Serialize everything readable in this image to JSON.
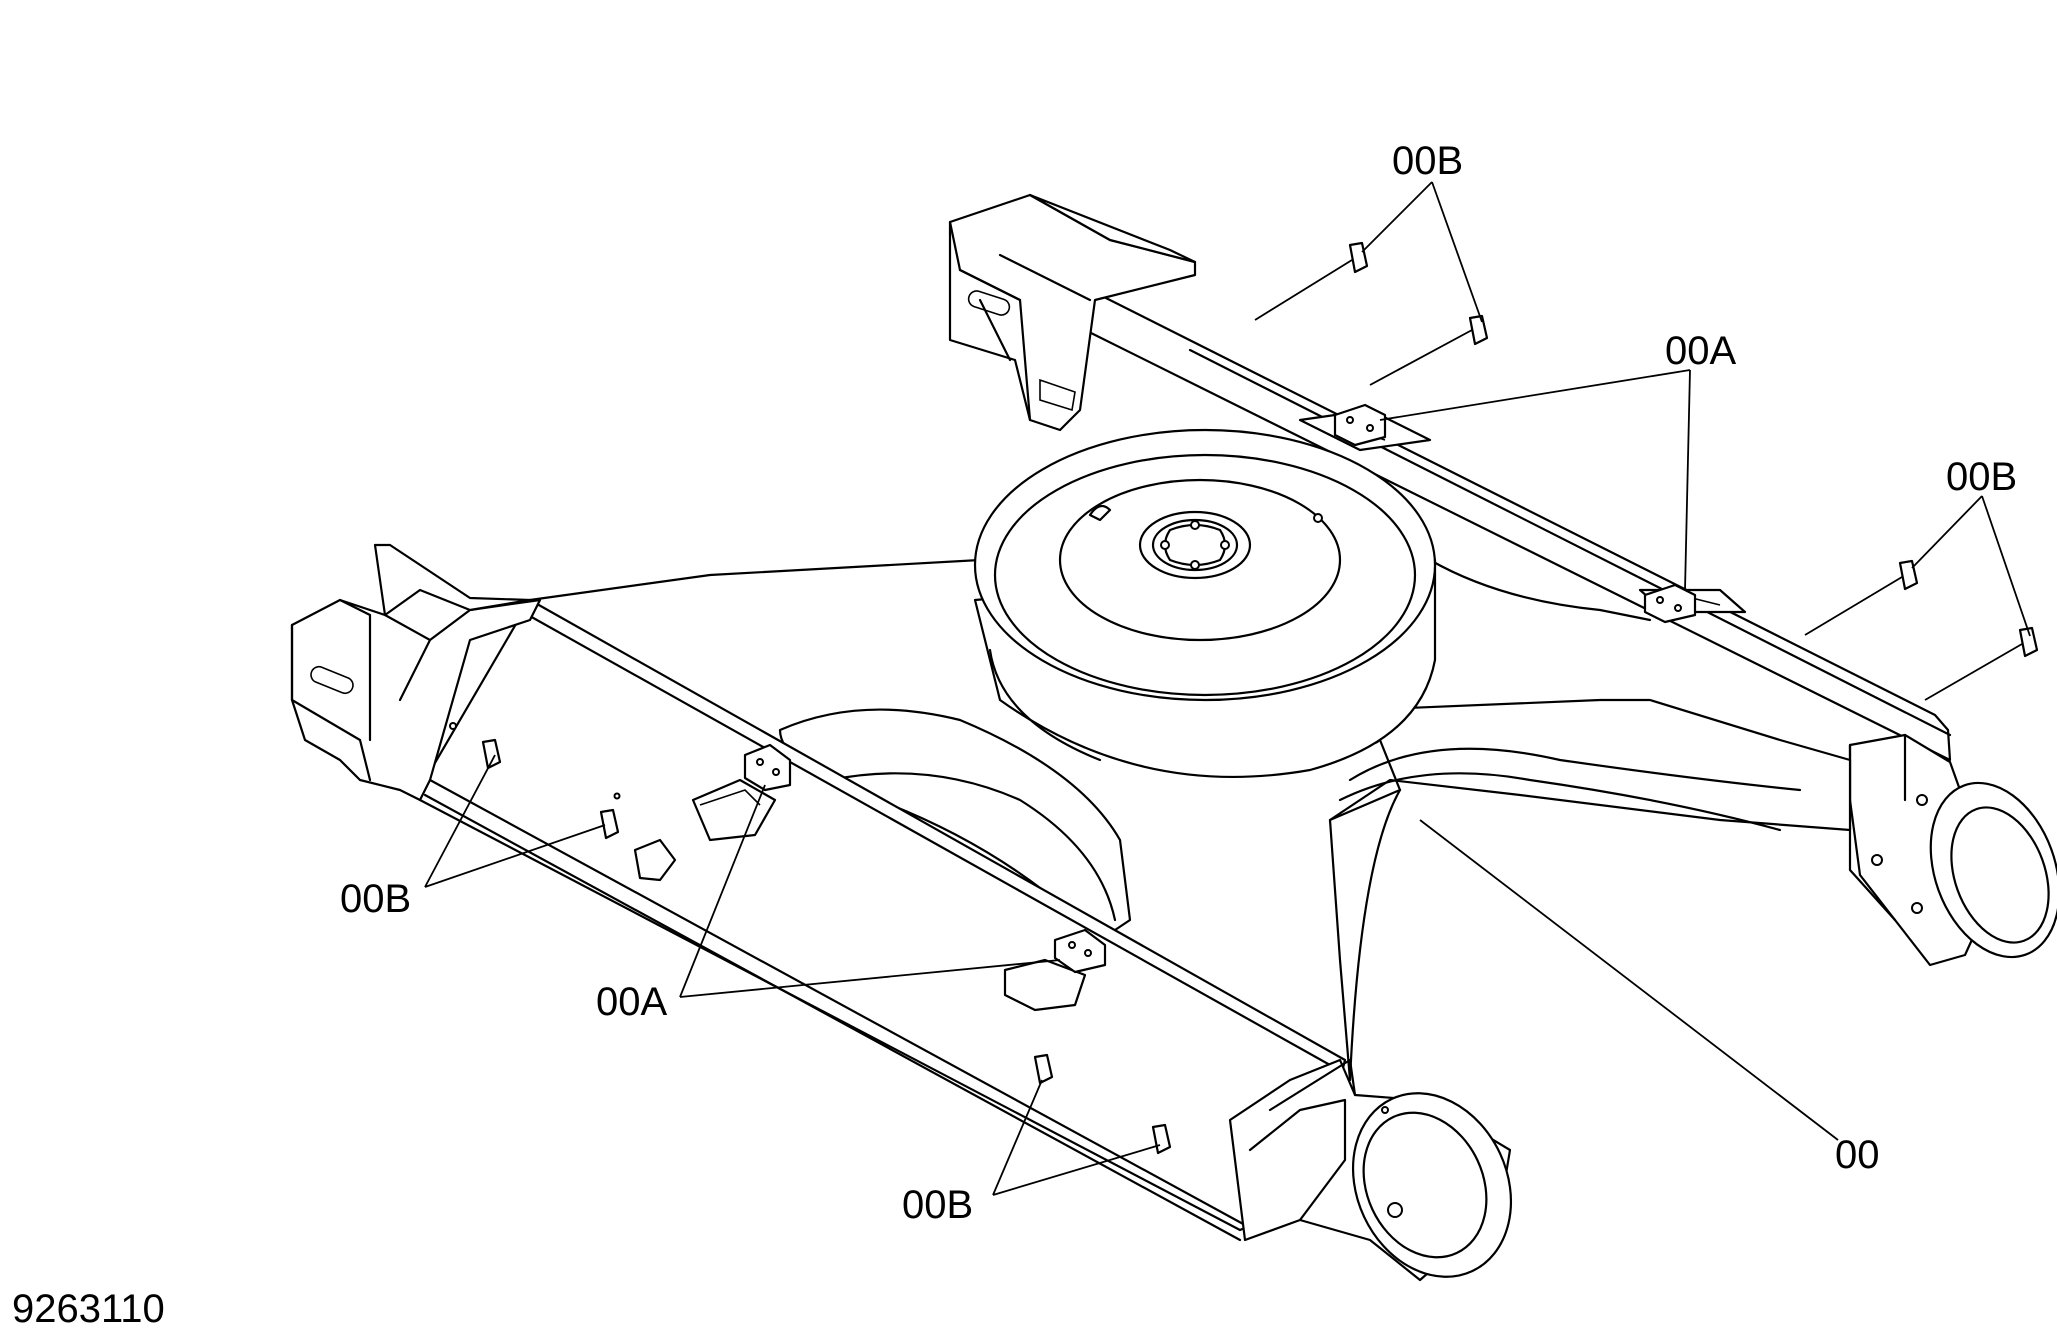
{
  "labels": {
    "b_top": "00B",
    "a_top": "00A",
    "b_right": "00B",
    "b_left": "00B",
    "a_bottom": "00A",
    "frame": "00",
    "b_bottom": "00B"
  },
  "drawing_number": "9263110",
  "colors": {
    "line": "#000000",
    "background": "#ffffff"
  }
}
